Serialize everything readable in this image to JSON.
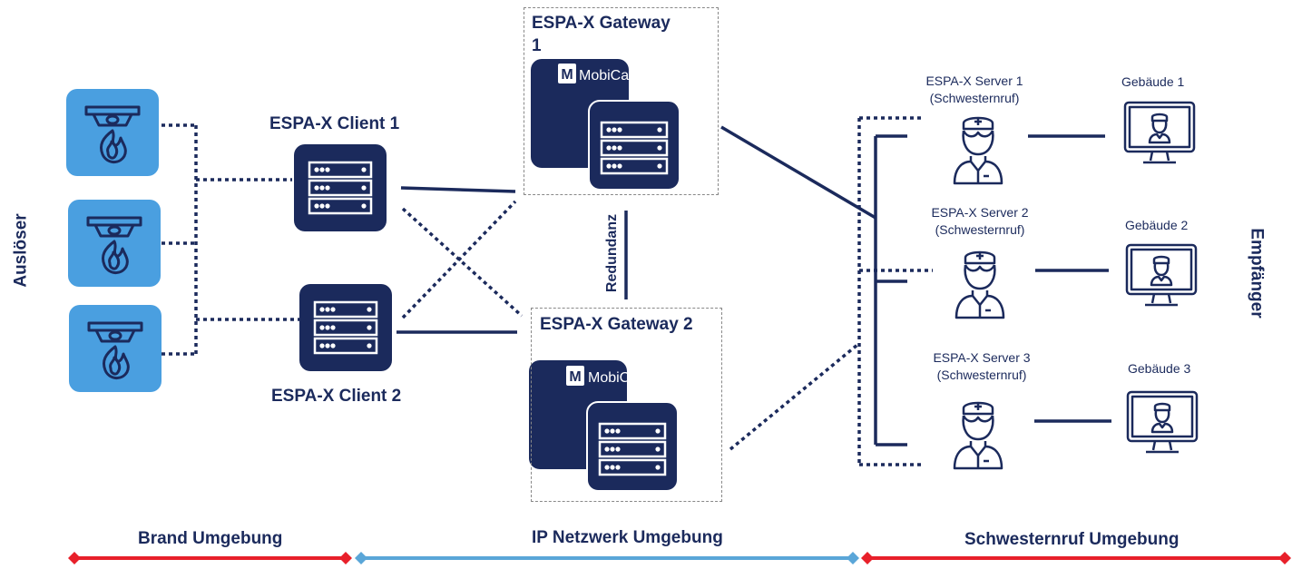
{
  "side_labels": {
    "left": "Auslöser",
    "right": "Empfänger"
  },
  "clients": {
    "client1": "ESPA-X Client 1",
    "client2": "ESPA-X Client 2"
  },
  "gateways": {
    "gateway1_line1": "ESPA-X Gateway",
    "gateway1_line2": "1",
    "gateway2": "ESPA-X Gateway 2",
    "logo_letter": "M",
    "logo_text": "MobiCall"
  },
  "redundancy": "Redundanz",
  "servers": [
    {
      "name": "ESPA-X Server 1",
      "sub": "(Schwesternruf)"
    },
    {
      "name": "ESPA-X Server 2",
      "sub": "(Schwesternruf)"
    },
    {
      "name": "ESPA-X Server 3",
      "sub": "(Schwesternruf)"
    }
  ],
  "buildings": [
    "Gebäude 1",
    "Gebäude 2",
    "Gebäude 3"
  ],
  "environments": {
    "brand": "Brand Umgebung",
    "ip": "IP Netzwerk Umgebung",
    "nurse": "Schwesternruf Umgebung"
  },
  "icons": {
    "detector": "smoke-detector-fire-icon",
    "server": "server-rack-icon",
    "nurse": "nurse-icon",
    "monitor": "monitor-nurse-icon"
  },
  "colors": {
    "navy": "#1b2a5c",
    "detector_bg": "#4a9fe0",
    "brand_line": "#e8202a",
    "ip_line": "#5aa6d8"
  }
}
